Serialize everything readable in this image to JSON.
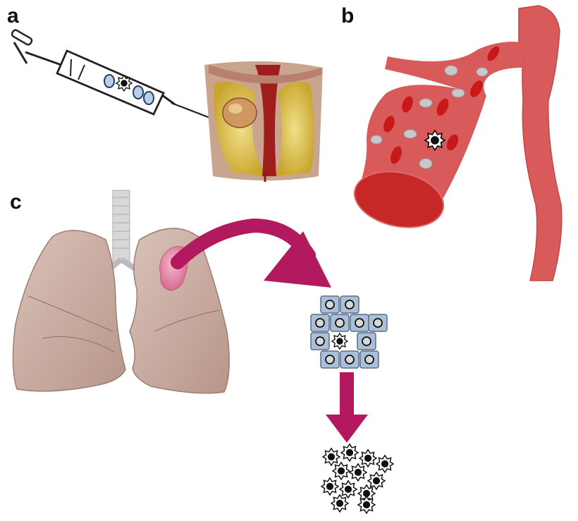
{
  "panels": {
    "a": {
      "label": "a"
    },
    "b": {
      "label": "b"
    },
    "c": {
      "label": "c"
    }
  },
  "colors": {
    "blood_vessel": "#d95a5a",
    "vessel_lumen": "#c62828",
    "red_blood_cell": "#c91818",
    "platelet": "#c8c8c8",
    "arrow": "#b3195e",
    "lung": "#c8aca2",
    "tumor": "#e88aa8",
    "prostate_tissue": "#c9a52e",
    "cell_fill": "#aac0d8",
    "cell_border": "#5a6e86",
    "cancer_cell": "#111111"
  },
  "icons": {
    "syringe": "syringe-icon",
    "prostate": "prostate-anatomy-icon",
    "vessel": "blood-vessel-icon",
    "lungs": "lungs-icon",
    "cancer_cell": "circulating-tumor-cell-icon"
  }
}
